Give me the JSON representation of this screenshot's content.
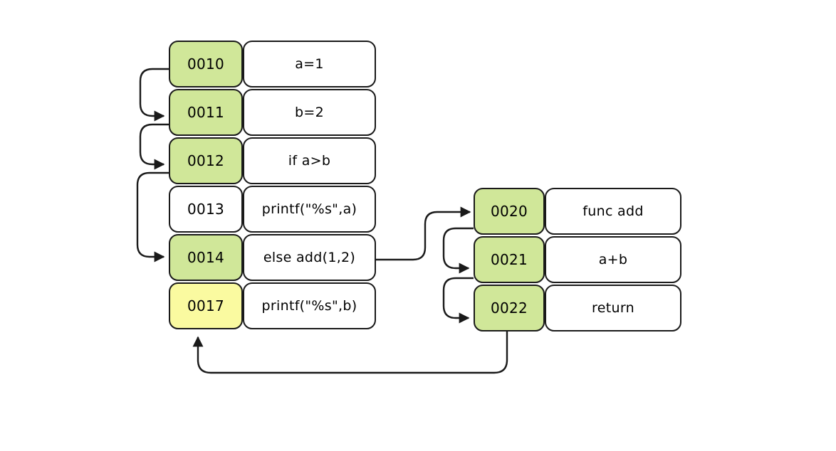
{
  "diagram": {
    "title": "program-flow-with-function-call",
    "colors": {
      "green": "#d0e799",
      "yellow": "#fafaa0",
      "white": "#ffffff",
      "stroke": "#1a1a1a"
    },
    "left_rows": [
      {
        "addr": "0010",
        "stmt": "a=1",
        "addr_fill": "green"
      },
      {
        "addr": "0011",
        "stmt": "b=2",
        "addr_fill": "green"
      },
      {
        "addr": "0012",
        "stmt": "if a>b",
        "addr_fill": "green"
      },
      {
        "addr": "0013",
        "stmt": "printf(\"%s\",a)",
        "addr_fill": "white"
      },
      {
        "addr": "0014",
        "stmt": "else add(1,2)",
        "addr_fill": "green"
      },
      {
        "addr": "0017",
        "stmt": "printf(\"%s\",b)",
        "addr_fill": "yellow"
      }
    ],
    "right_rows": [
      {
        "addr": "0020",
        "stmt": "func add",
        "addr_fill": "green"
      },
      {
        "addr": "0021",
        "stmt": "a+b",
        "addr_fill": "green"
      },
      {
        "addr": "0022",
        "stmt": "return",
        "addr_fill": "green"
      }
    ],
    "edges": [
      {
        "from": "0010",
        "to": "0011"
      },
      {
        "from": "0011",
        "to": "0012"
      },
      {
        "from": "0012",
        "to": "0014"
      },
      {
        "from": "0014",
        "to": "0020"
      },
      {
        "from": "0020",
        "to": "0021"
      },
      {
        "from": "0021",
        "to": "0022"
      },
      {
        "from": "0022",
        "to": "0017"
      }
    ]
  }
}
